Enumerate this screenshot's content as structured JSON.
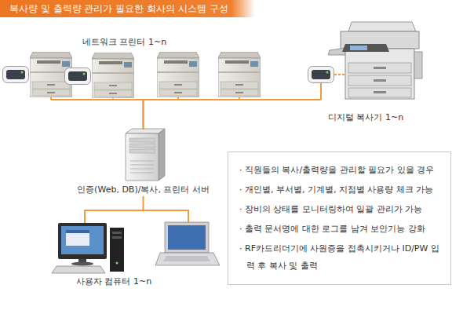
{
  "diagram": {
    "title": "복사량 및 출력량 관리가 필요한 회사의 시스템 구성",
    "nodes": [
      {
        "text": [
          "네트워크 프린터 1~n"
        ]
      },
      {
        "text": [
          "디지털 복사기 1~n"
        ]
      },
      {
        "text": [
          "인증(Web, DB)/복사, 프린터 서버"
        ]
      },
      {
        "text": [
          "사용자 컴퓨터 1~n"
        ]
      },
      {
        "text": [
          "· 직원들의 복사/출력량을 관리할 필요가 있을 경우",
          "· 개인별, 부서별, 기계별, 지점별 사용량 체크 가능",
          "· 장비의 상태를 모니터링하여 일괄 관리가 가능",
          "· 출력 문서명에 대한 로그를 남겨 보안기능 강화",
          "· RF카드리더기에 사원증을 접촉시키거나 ID/PW 입력 후 복사 및 출력"
        ]
      }
    ],
    "edges": [
      {
        "from": 0,
        "to": 2,
        "arrow": "none"
      },
      {
        "from": 1,
        "to": 2,
        "arrow": "none"
      },
      {
        "from": 2,
        "to": 3,
        "arrow": "none"
      }
    ]
  }
}
